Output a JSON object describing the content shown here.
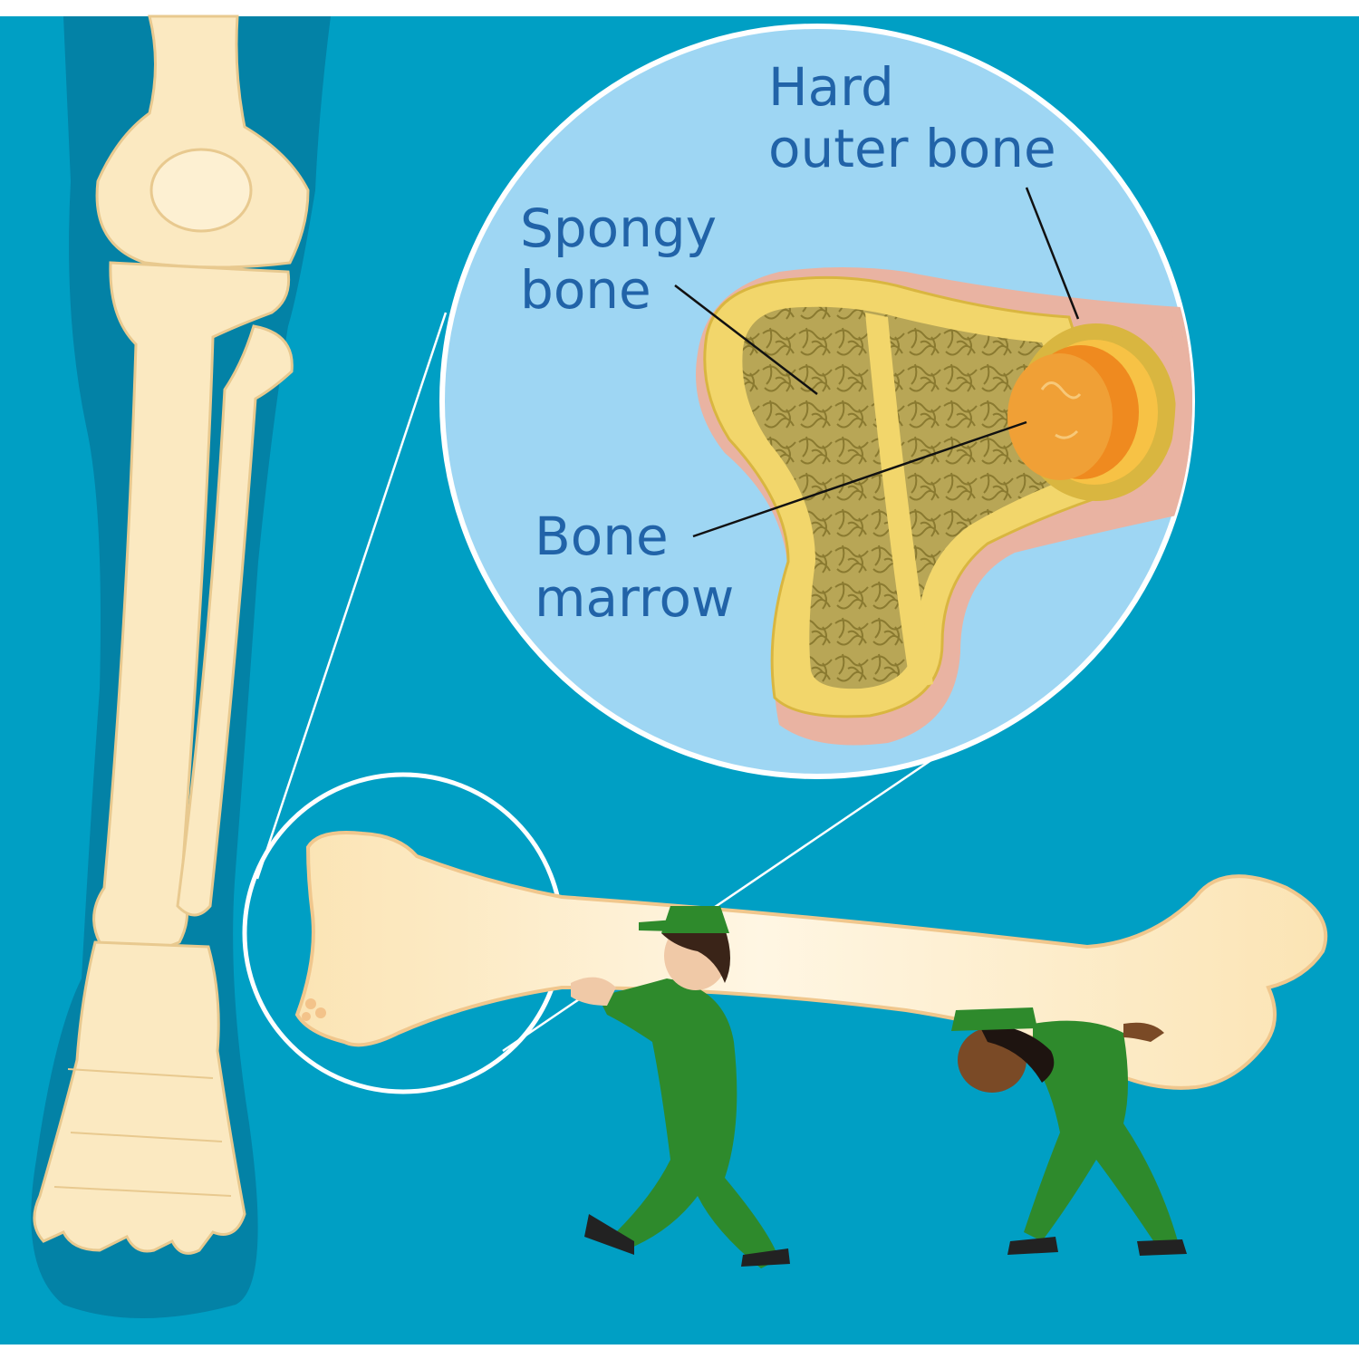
{
  "labels": {
    "hard_outer_bone": [
      "Hard",
      "outer bone"
    ],
    "spongy_bone": [
      "Spongy",
      "bone"
    ],
    "bone_marrow": [
      "Bone",
      "marrow"
    ]
  },
  "colors": {
    "background": "#009fc4",
    "leg_shadow": "#007fa2",
    "bone": "#fbe9c1",
    "bone_outline": "#e8c98f",
    "zoom_circle_fill": "#9ed6f3",
    "hard_bone_yellow": "#f2d66b",
    "spongy_bone": "#b2a150",
    "marrow_orange": "#ef8a1f",
    "label_text": "#2163a8",
    "worker_uniform": "#2e8a2c"
  }
}
